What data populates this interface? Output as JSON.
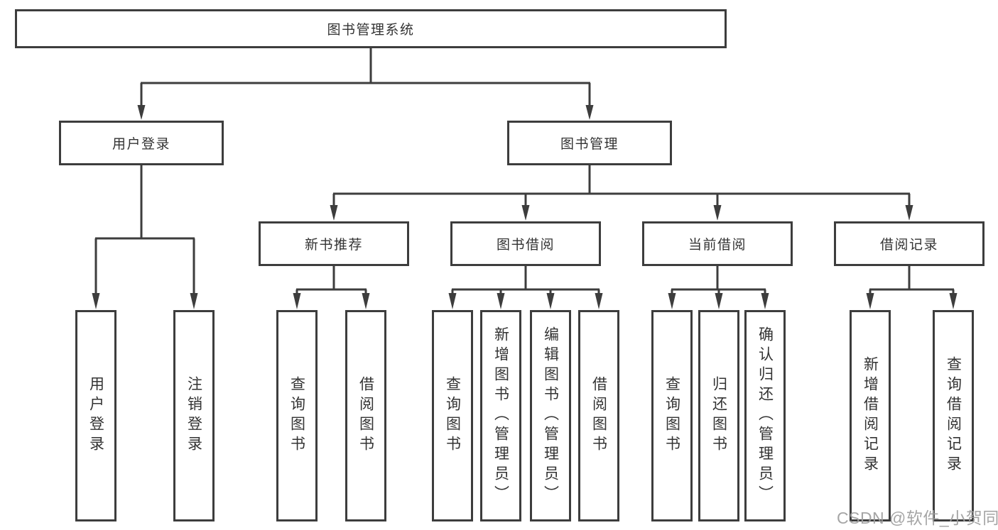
{
  "nodes": {
    "root": "图书管理系统",
    "level2": {
      "user_login": "用户登录",
      "book_management": "图书管理"
    },
    "level3": {
      "new_book_recommend": "新书推荐",
      "book_borrow": "图书借阅",
      "current_borrow": "当前借阅",
      "borrow_records": "借阅记录"
    },
    "leaves": {
      "user_login": "用户登录",
      "logout": "注销登录",
      "query_books_1": "查询图书",
      "borrow_books_1": "借阅图书",
      "query_books_2": "查询图书",
      "add_book_admin": "新增图书（管理员）",
      "edit_book_admin": "编辑图书（管理员）",
      "borrow_books_2": "借阅图书",
      "query_books_3": "查询图书",
      "return_book": "归还图书",
      "confirm_return_admin": "确认归还（管理员）",
      "add_borrow_record": "新增借阅记录",
      "query_borrow_record": "查询借阅记录"
    }
  },
  "watermark": "CSDN @软件_小贺同学",
  "colors": {
    "line": "#3d3d3d",
    "text": "#333333",
    "background": "#ffffff",
    "watermark": "#9e9e9e"
  }
}
